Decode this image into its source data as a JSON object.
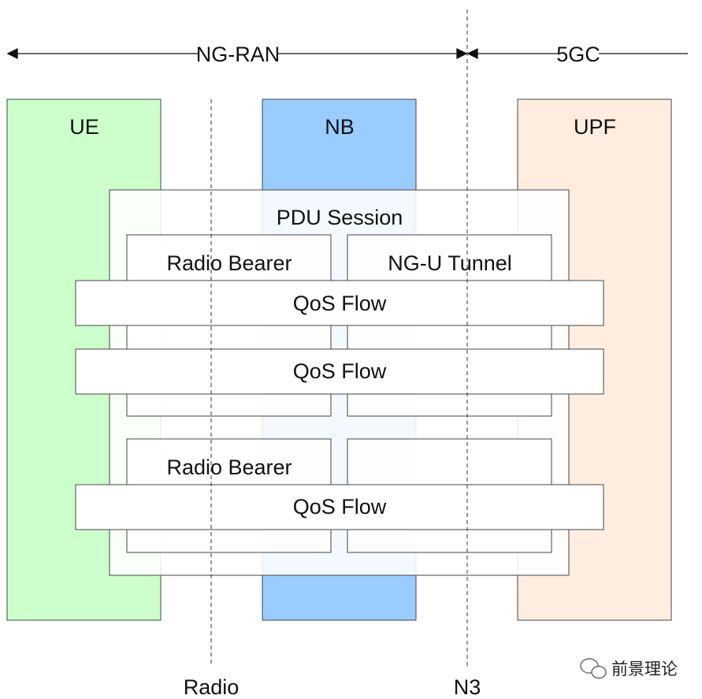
{
  "domains": {
    "ran": "NG-RAN",
    "core": "5GC"
  },
  "nodes": {
    "ue": "UE",
    "nb": "NB",
    "upf": "UPF"
  },
  "pdu_session": "PDU Session",
  "bearers": [
    "Radio Bearer",
    "Radio Bearer"
  ],
  "tunnel": "NG-U Tunnel",
  "qos_flows": [
    "QoS Flow",
    "QoS Flow",
    "QoS Flow"
  ],
  "interfaces": {
    "radio": "Radio",
    "n3": "N3"
  },
  "watermark": "前景理论",
  "colors": {
    "ue_fill": "#ccffcc",
    "nb_fill": "#99ccff",
    "upf_fill": "#ffeee0",
    "stroke": "#444444",
    "panel_fill": "#ffffff"
  }
}
